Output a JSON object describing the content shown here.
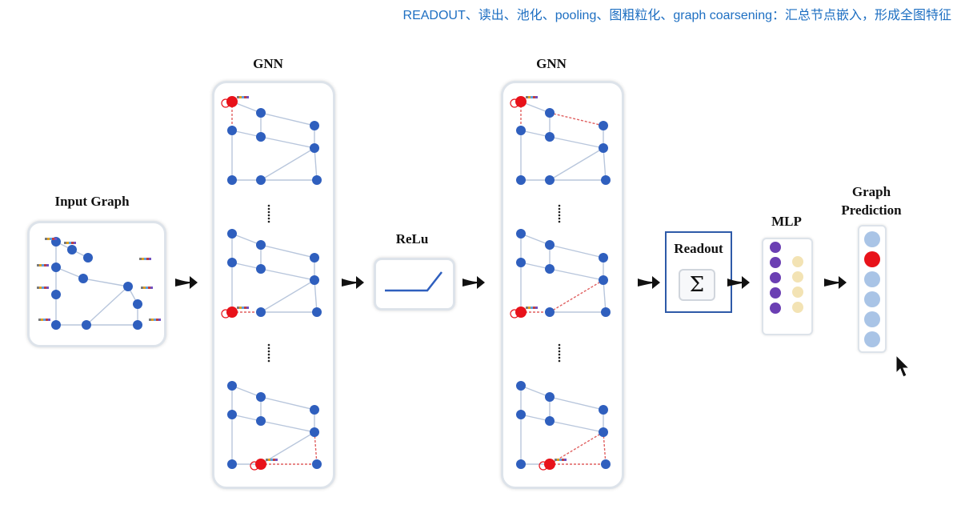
{
  "caption": "READOUT、读出、池化、pooling、图粗粒化、graph coarsening：汇总节点嵌入，形成全图特征",
  "labels": {
    "input_graph": "Input Graph",
    "gnn_1": "GNN",
    "relu": "ReLu",
    "gnn_2": "GNN",
    "readout": "Readout",
    "sigma": "Σ",
    "mlp": "MLP",
    "graph_prediction_line1": "Graph",
    "graph_prediction_line2": "Prediction"
  },
  "colors": {
    "node": "#2f5fbe",
    "highlight_node": "#e8121a",
    "edge": "#b8c6dc",
    "highlight_edge": "#e06060",
    "panel_border": "#dde3ea",
    "readout_border": "#2e5aa8",
    "mlp_purple": "#6b3fb3",
    "mlp_cream": "#f3e3b4",
    "pred_blue": "#a9c4e6",
    "pred_red": "#e8121a",
    "caption": "#1e6fc2"
  },
  "mlp": {
    "layer1_nodes": 5,
    "layer2_nodes": 4
  },
  "prediction": {
    "nodes": 6,
    "highlighted_index": 1
  },
  "icons": [
    "arrow-right-icon",
    "relu-curve-icon",
    "sum-sigma-icon",
    "mouse-cursor-icon"
  ]
}
